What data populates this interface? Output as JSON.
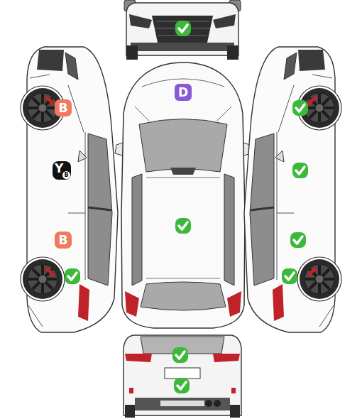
{
  "diagram": {
    "nodes": [
      {
        "text": [
          "D"
        ]
      },
      {
        "text": [
          "B"
        ]
      },
      {
        "text": [
          "Y",
          "B"
        ]
      },
      {
        "text": [
          "B"
        ]
      }
    ]
  }
}
